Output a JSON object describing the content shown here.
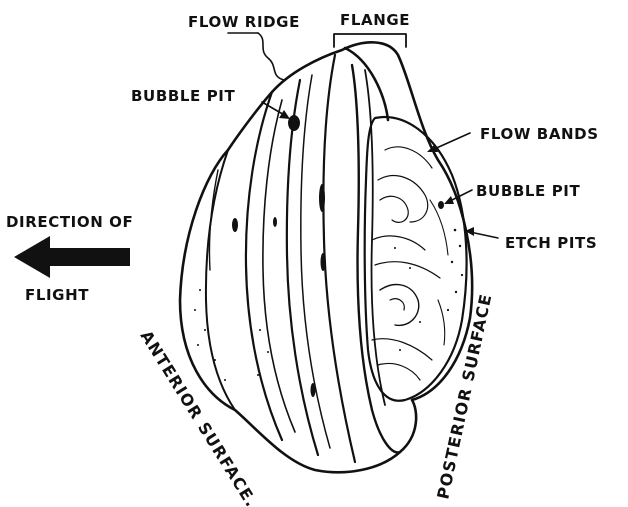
{
  "labels": {
    "flow_ridge": "FLOW RIDGE",
    "flange": "FLANGE",
    "bubble_pit_left": "BUBBLE PIT",
    "flow_bands": "FLOW BANDS",
    "bubble_pit_right": "BUBBLE PIT",
    "etch_pits": "ETCH PITS",
    "direction_line1": "DIRECTION OF",
    "direction_line2": "FLIGHT",
    "anterior_surface": "ANTERIOR SURFACE.",
    "posterior_surface": "POSTERIOR SURFACE"
  },
  "colors": {
    "ink": "#111111",
    "background": "#ffffff"
  },
  "icons": {
    "flight_arrow": "arrow-left-icon"
  }
}
